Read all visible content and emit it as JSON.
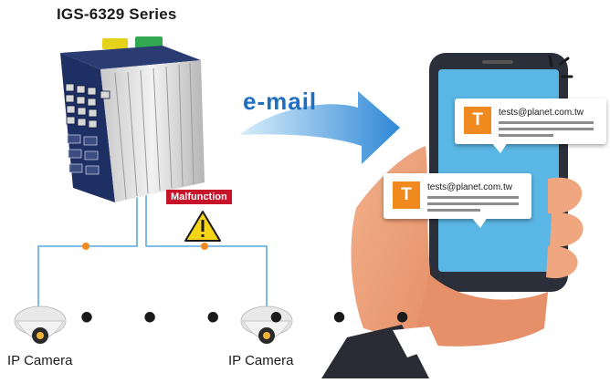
{
  "title": "IGS-6329 Series",
  "arrow_label": "e-mail",
  "alert_label": "Malfunction",
  "cameras": [
    {
      "label": "IP Camera"
    },
    {
      "label": "IP Camera"
    }
  ],
  "dots": "• • • • • •",
  "messages": [
    {
      "avatar_letter": "T",
      "sender": "tests@planet.com.tw"
    },
    {
      "avatar_letter": "T",
      "sender": "tests@planet.com.tw"
    }
  ],
  "colors": {
    "switch_body": "#1e2f63",
    "accent_orange": "#f08a1f",
    "email_blue": "#1f6fc1",
    "alert_red": "#c8142b",
    "link_line": "#5aa9e0",
    "phone_screen": "#5ab6e4"
  },
  "icons": [
    "industrial-switch",
    "warning-icon",
    "email-arrow",
    "smartphone",
    "dome-camera"
  ]
}
